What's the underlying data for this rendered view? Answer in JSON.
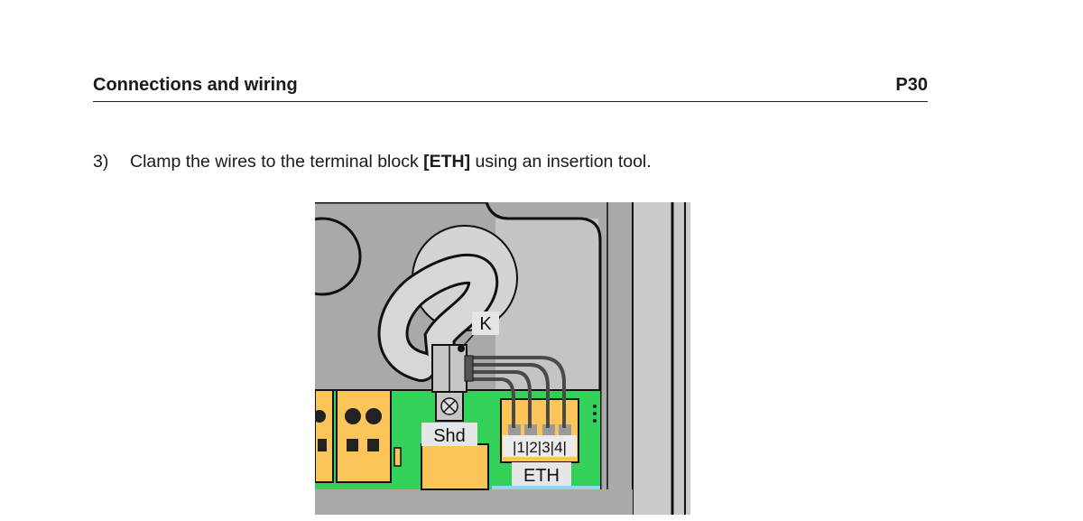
{
  "header": {
    "title": "Connections and wiring",
    "code": "P30"
  },
  "step": {
    "number": "3)",
    "text_before": "Clamp the wires to the terminal block ",
    "term": "[ETH]",
    "text_after": " using an insertion tool."
  },
  "figure": {
    "labels": {
      "clamp": "K",
      "shield": "Shd",
      "pins": "|1|2|3|4|",
      "port": "ETH"
    },
    "colors": {
      "housing": "#a9a9a9",
      "housing_inner": "#c4c4c4",
      "pcb": "#33d15a",
      "terminal": "#fbc55a",
      "cable": "#d7d7d7",
      "wire": "#4a4a4a",
      "strip": "#8fd8ef"
    }
  }
}
